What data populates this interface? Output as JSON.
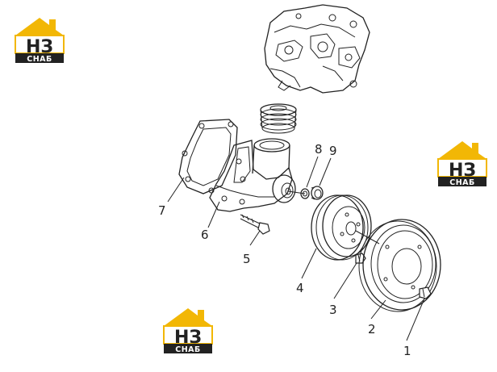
{
  "logo": {
    "main_text": "НЗ",
    "sub_text": "СНАБ",
    "roof_color": "#f2b705",
    "dark_color": "#222222"
  },
  "callouts": [
    {
      "id": "1",
      "label": "1"
    },
    {
      "id": "2",
      "label": "2"
    },
    {
      "id": "3",
      "label": "3"
    },
    {
      "id": "4",
      "label": "4"
    },
    {
      "id": "5",
      "label": "5"
    },
    {
      "id": "6",
      "label": "6"
    },
    {
      "id": "7",
      "label": "7"
    },
    {
      "id": "8",
      "label": "8"
    },
    {
      "id": "9",
      "label": "9"
    }
  ]
}
